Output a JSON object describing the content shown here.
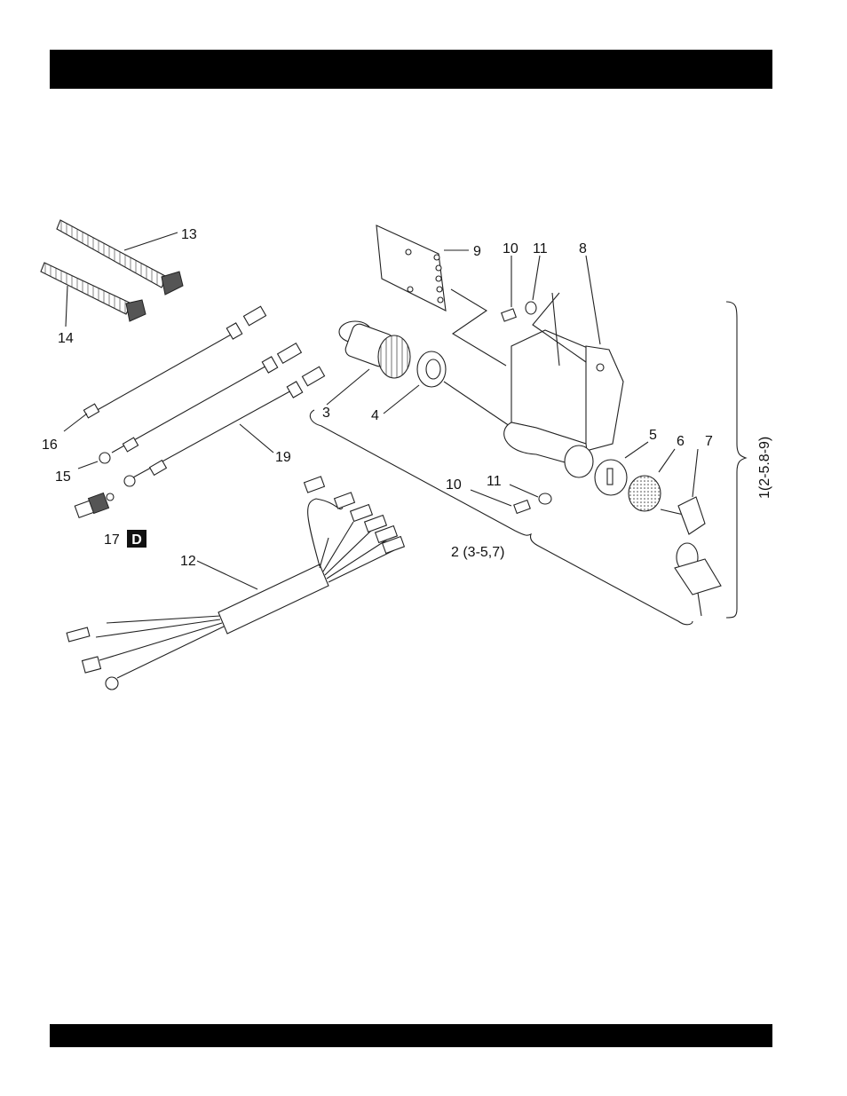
{
  "callouts": {
    "c1": "1(2-5.8-9)",
    "c2": "2 (3-5,7)",
    "c3": "3",
    "c4": "4",
    "c5": "5",
    "c6": "6",
    "c7": "7",
    "c8": "8",
    "c9": "9",
    "c10a": "10",
    "c10b": "10",
    "c11a": "11",
    "c11b": "11",
    "c12": "12",
    "c13": "13",
    "c14": "14",
    "c15": "15",
    "c16": "16",
    "c17": "17",
    "c19": "19"
  },
  "badge": {
    "letter": "D"
  }
}
